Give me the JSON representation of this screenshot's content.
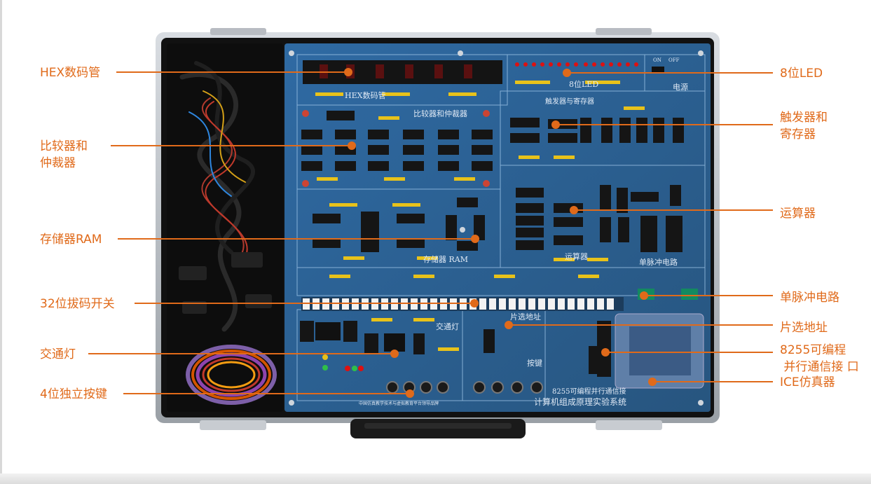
{
  "board": {
    "main_title": "计算机组成原理实验系统",
    "sections": {
      "hex": "HEX数码管",
      "led": "8位LED",
      "power": "电源",
      "comparator": "比较器和仲裁器",
      "flipflop": "触发器与寄存器",
      "ram": "存储器 RAM",
      "alu": "运算器",
      "pulse": "单脉冲电路",
      "traffic": "交通灯",
      "chipsel": "片选地址",
      "keys": "按键",
      "p8255": "8255可编程并行通信接"
    },
    "power_switch": {
      "on": "ON",
      "off": "OFF"
    },
    "brand": "中国仿真教学技术与虚拟教育平台领导品牌"
  },
  "callouts": {
    "left": [
      {
        "label": "HEX数码管"
      },
      {
        "label": "比较器和",
        "label2": "仲裁器"
      },
      {
        "label": "存储器RAM"
      },
      {
        "label": "32位拔码开关"
      },
      {
        "label": "交通灯"
      },
      {
        "label": "4位独立按键"
      }
    ],
    "right": [
      {
        "label": "8位LED"
      },
      {
        "label": "触发器和",
        "label2": "寄存器"
      },
      {
        "label": "运算器"
      },
      {
        "label": "单脉冲电路"
      },
      {
        "label": "片选地址"
      },
      {
        "label": "8255可编程",
        "label2": " 并行通信接 口"
      },
      {
        "label": "ICE仿真器"
      }
    ]
  },
  "colors": {
    "accent": "#e06a1a",
    "board": "#2d5f96",
    "case": "#1b1b1b"
  }
}
